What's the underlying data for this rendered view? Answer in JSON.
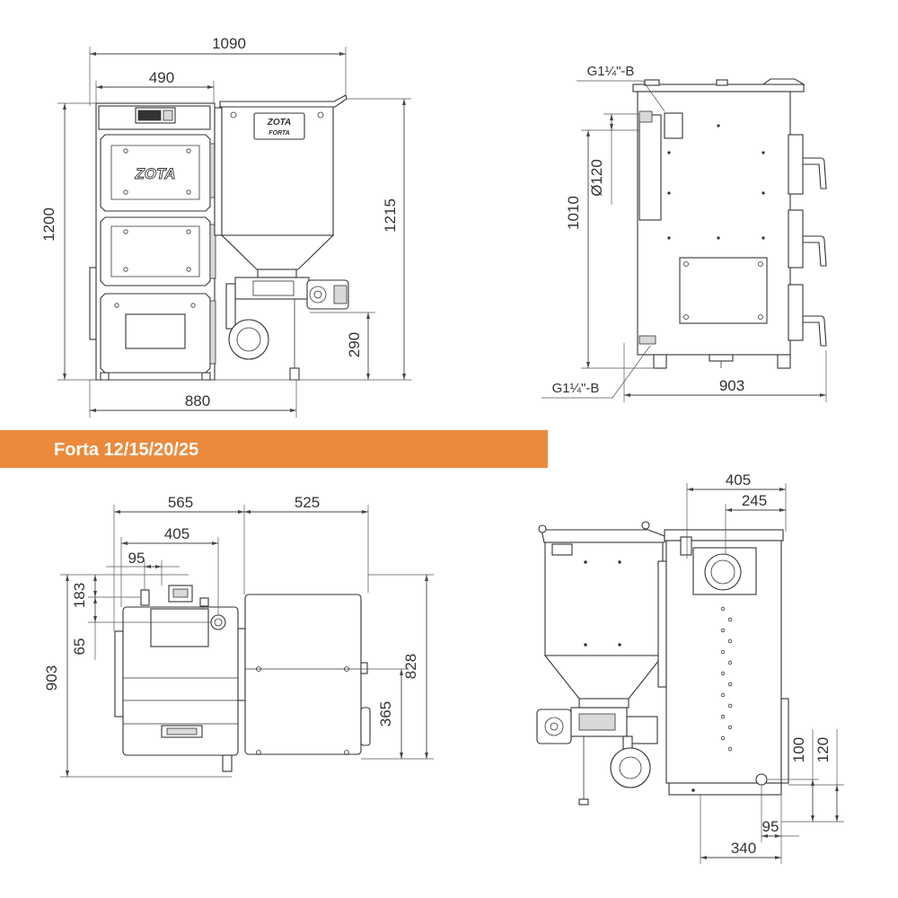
{
  "banner": {
    "title": "Forta 12/15/20/25",
    "color": "#EC8A3B",
    "text_color": "#FFFFFF"
  },
  "drawing_color": "#333333",
  "front_view": {
    "overall_width": "1090",
    "boiler_width": "490",
    "boiler_height": "1200",
    "hopper_height": "1215",
    "burner_height": "290",
    "base_width": "880",
    "boiler_logo": "ZOTA",
    "hopper_logo": "ZOTA",
    "hopper_model": "FORTA"
  },
  "side_view": {
    "top_connection": "G1¼\"-B",
    "flue_diameter": "Ø120",
    "flue_height": "1010",
    "depth": "903",
    "bottom_connection": "G1¼\"-B"
  },
  "top_view": {
    "boiler_depth": "565",
    "hopper_depth": "525",
    "top_plate_width": "405",
    "connection_offset": "95",
    "connection_front_offset": "183",
    "flue_front_offset": "65",
    "overall_width": "903",
    "hopper_width": "828",
    "hopper_offset": "365"
  },
  "rear_view": {
    "flue_width": "405",
    "flue_offset": "245",
    "return_height": "100",
    "drain_height": "120",
    "drain_offset": "95",
    "bottom_offset": "340"
  }
}
